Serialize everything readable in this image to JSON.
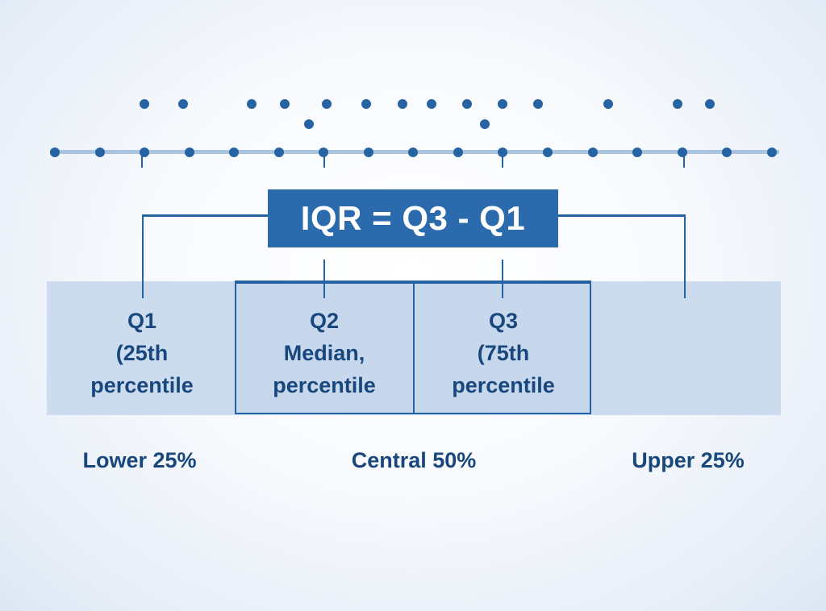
{
  "formula": "IQR = Q3 - Q1",
  "quartiles": [
    {
      "id": "q1",
      "title": "Q1",
      "line1": "(25th",
      "line2": "percentile"
    },
    {
      "id": "q2",
      "title": "Q2",
      "line1": "Median,",
      "line2": "percentile"
    },
    {
      "id": "q3",
      "title": "Q3",
      "line1": "(75th",
      "line2": "percentile"
    }
  ],
  "regions": [
    {
      "label": "Lower 25%"
    },
    {
      "label": "Central 50%"
    },
    {
      "label": "Upper 25%"
    }
  ],
  "colors": {
    "primary": "#2a6aad",
    "dot": "#2563a3",
    "band": "#ccdcee",
    "axis": "#a9c4e1",
    "text": "#17477d"
  }
}
